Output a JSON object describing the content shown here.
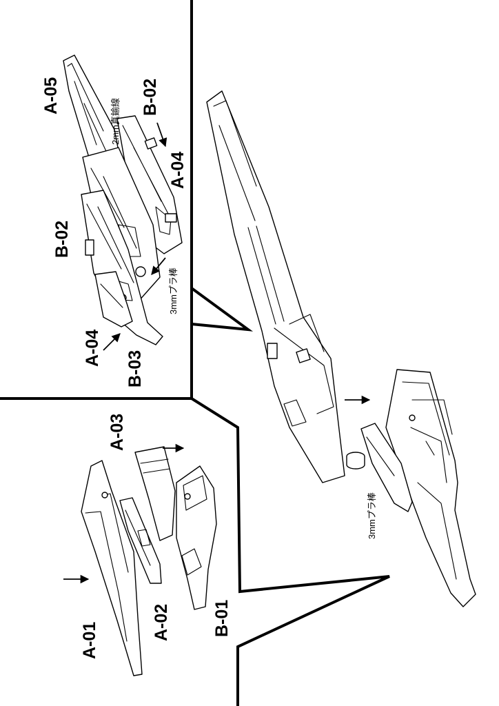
{
  "labels": {
    "a05": "A-05",
    "b02_top": "B-02",
    "a04_top": "A-04",
    "b02_left": "B-02",
    "a04_left": "A-04",
    "b03": "B-03",
    "a03": "A-03",
    "a01": "A-01",
    "a02": "A-02",
    "b01": "B-01"
  },
  "notes": {
    "wire": "2mm真鍮線",
    "plastic_rod_1": "3mmプラ棒",
    "plastic_rod_2": "3mmプラ棒"
  }
}
